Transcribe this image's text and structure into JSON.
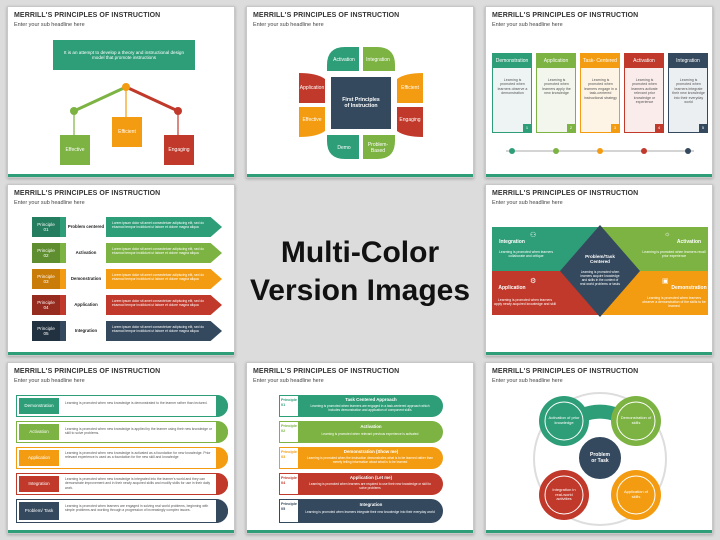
{
  "slide_title": "MERRILL'S PRINCIPLES OF INSTRUCTION",
  "slide_subtitle": "Enter your sub headline here",
  "center_label": "Multi-Color Version Images",
  "colors": {
    "green": "#2e9e79",
    "lime": "#7cb342",
    "orange": "#f39c12",
    "red": "#c0392b",
    "navy": "#34495e"
  },
  "s1": {
    "banner": "It is an attempt to develop a theory and instructional design model that promote instructions",
    "boxes": [
      "Effective",
      "Efficient",
      "Engaging"
    ]
  },
  "s2": {
    "center": "First Principles of Instruction",
    "petals": [
      "Activation",
      "Integration",
      "Application",
      "Efficient",
      "Effective",
      "Engaging",
      "Demo",
      "Problem-Based"
    ]
  },
  "s3": {
    "cols": [
      {
        "label": "Demonstration",
        "text": "Learning is promoted when learners observe a demonstration",
        "num": "1"
      },
      {
        "label": "Application",
        "text": "Learning is promoted when learners apply the new knowledge",
        "num": "2"
      },
      {
        "label": "Task- Centered",
        "text": "Learning is promoted when learners engage in a task-centered instructional strategy",
        "num": "3"
      },
      {
        "label": "Activation",
        "text": "Learning is promoted when learners activate relevant prior knowledge or experience",
        "num": "4"
      },
      {
        "label": "Integration",
        "text": "Learning is promoted when learners integrate their new knowledge into their everyday world",
        "num": "5"
      }
    ]
  },
  "s4": {
    "rows": [
      {
        "num": "Principle 01",
        "label": "Problem centered"
      },
      {
        "num": "Principle 02",
        "label": "Activation"
      },
      {
        "num": "Principle 03",
        "label": "Demonstration"
      },
      {
        "num": "Principle 04",
        "label": "Application"
      },
      {
        "num": "Principle 05",
        "label": "Integration"
      }
    ],
    "body": "Lorem ipsum dolor sit amet consectetuer adipiscing elit, sed do eiusmod tempor incididunt ut labore et dolore magna aliqua"
  },
  "s5": {
    "center_title": "Problem/Task Centered",
    "center_text": "Learning is promoted when learners acquire knowledge and skills in the context of real world problems or tasks",
    "items": [
      {
        "label": "Integration",
        "text": "Learning is promoted when learners collaborate and critique"
      },
      {
        "label": "Activation",
        "text": "Learning is promoted when learners recall prior experience"
      },
      {
        "label": "Application",
        "text": "Learning is promoted when learners apply newly acquired knowledge and skill"
      },
      {
        "label": "Demonstration",
        "text": "Learning is promoted when learners observe a demonstration of the skills to be learned"
      }
    ]
  },
  "s6": {
    "rows": [
      {
        "label": "Demonstration",
        "text": "Learning is promoted when new knowledge is demonstrated to the learner rather than lectured."
      },
      {
        "label": "Activation",
        "text": "Learning is promoted when new knowledge is applied by the learner using their new knowledge or skill to solve problems."
      },
      {
        "label": "Application",
        "text": "Learning is promoted when new knowledge is activated as a foundation for new knowledge. Prior relevant experience is used as a foundation for the new skill and knowledge"
      },
      {
        "label": "Integration",
        "text": "Learning is promoted when new knowledge is integrated into the learner's world and they can demonstrate improvement and in their newly acquired skills and modify skills for use in their daily work."
      },
      {
        "label": "Problem/ Task",
        "text": "Learning is promoted when learners are engaged in solving real world problems, beginning with simple problems and working through a progression of increasingly complex issues."
      }
    ]
  },
  "s7": {
    "rows": [
      {
        "num": "Principle 01",
        "title": "Task Centered Approach",
        "text": "Learning is promoted when learners are engaged in a task-centered approach which includes demonstration and application of component skills"
      },
      {
        "num": "Principle 02",
        "title": "Activation",
        "text": "Learning is promoted when relevant previous experience is activated"
      },
      {
        "num": "Principle 03",
        "title": "Demonstration (Show me)",
        "text": "Learning is promoted when the instruction demonstrates what is to be learned rather than merely telling information about what is to be learned"
      },
      {
        "num": "Principle 04",
        "title": "Application (Let me)",
        "text": "Learning is promoted when learners are required to use their new knowledge or skill to solve problems"
      },
      {
        "num": "Principle 05",
        "title": "Integration",
        "text": "Learning is promoted when learners integrate their new knowledge into their everyday world"
      }
    ]
  },
  "s8": {
    "center": "Problem or Task",
    "circles": [
      "Activation of prior knowledge",
      "Demonstration of skills",
      "Integration in real-world activities",
      "Application of skills"
    ]
  }
}
